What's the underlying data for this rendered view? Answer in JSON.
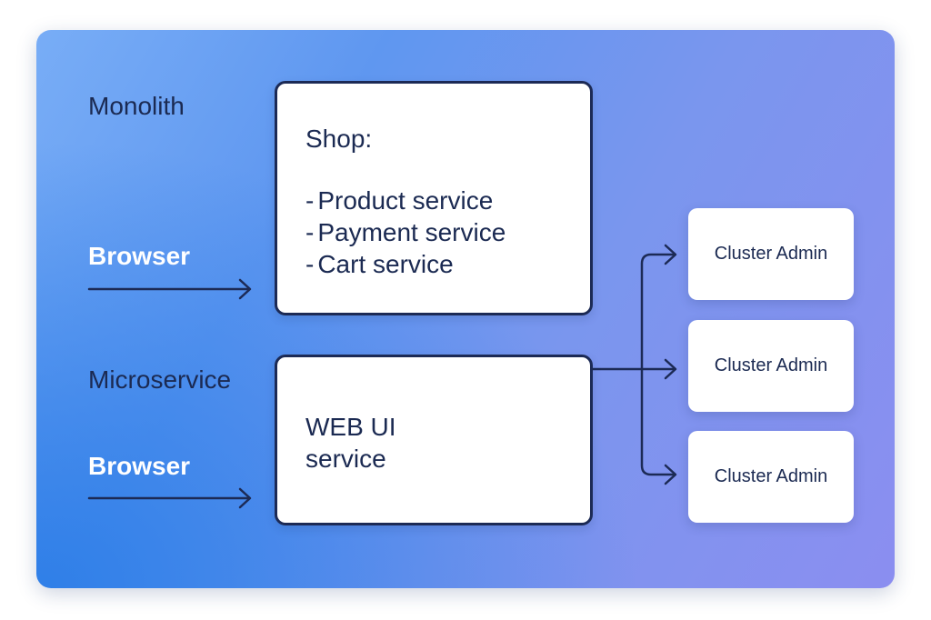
{
  "monolith": {
    "label": "Monolith",
    "browser_label": "Browser",
    "box": {
      "title": "Shop:",
      "items": [
        "Product service",
        "Payment service",
        "Cart service"
      ]
    }
  },
  "microservice": {
    "label": "Microservice",
    "browser_label": "Browser",
    "box": {
      "lines": [
        "WEB UI",
        "service"
      ]
    }
  },
  "targets": [
    {
      "label": "Cluster Admin"
    },
    {
      "label": "Cluster Admin"
    },
    {
      "label": "Cluster Admin"
    }
  ],
  "colors": {
    "line": "#1c2a55",
    "text": "#1b2a52",
    "browser_text": "#ffffff"
  }
}
